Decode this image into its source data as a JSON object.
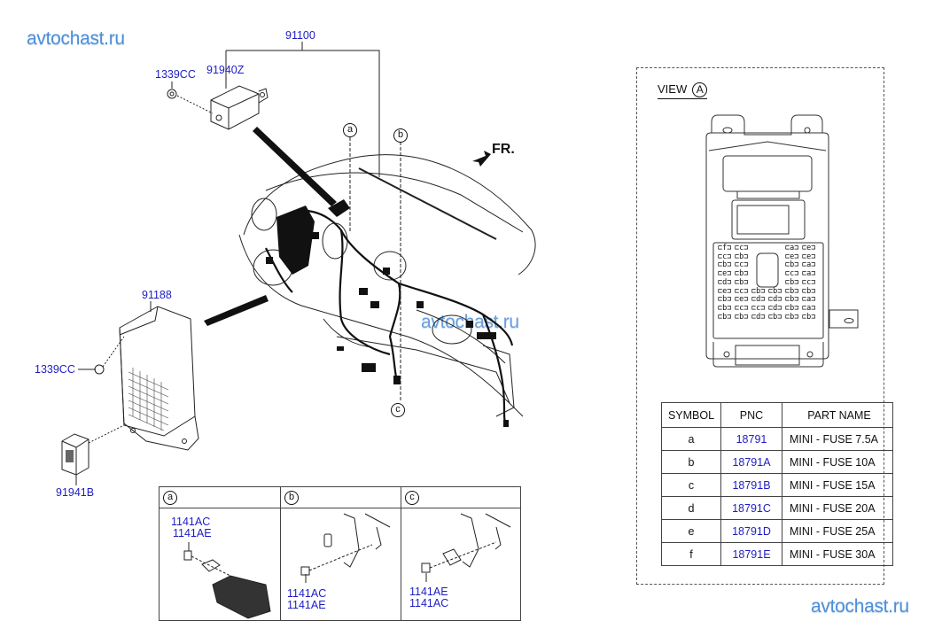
{
  "watermarks": [
    "avtochast.ru",
    "avtochast.ru",
    "avtochast.ru"
  ],
  "part_numbers": {
    "main_harness": "91100",
    "nut_top": "1339CC",
    "module_top": "91940Z",
    "junction_box": "91188",
    "nut_left": "1339CC",
    "relay": "91941B"
  },
  "callouts": {
    "a": "a",
    "b": "b",
    "c": "c"
  },
  "front_indicator": "FR.",
  "view": {
    "title": "VIEW",
    "marker": "A",
    "fuse_layout": {
      "left_col1": [
        "f",
        "c",
        "b",
        "e",
        "d",
        "e",
        "b",
        "b",
        "b"
      ],
      "left_col2": [
        "c",
        "b",
        "c",
        "b",
        "b",
        "c",
        "e",
        "c",
        "b"
      ],
      "mid_col1": [
        "b",
        "d",
        "c",
        "d"
      ],
      "mid_col2": [
        "b",
        "d",
        "d",
        "b"
      ],
      "right_col1": [
        "a",
        "e",
        "b",
        "c",
        "b",
        "b",
        "b",
        "b",
        "b"
      ],
      "right_col2": [
        "e",
        "e",
        "a",
        "a",
        "c",
        "b",
        "a",
        "a",
        "b"
      ]
    }
  },
  "fuse_table": {
    "headers": [
      "SYMBOL",
      "PNC",
      "PART NAME"
    ],
    "rows": [
      {
        "symbol": "a",
        "pnc": "18791",
        "name": "MINI - FUSE 7.5A"
      },
      {
        "symbol": "b",
        "pnc": "18791A",
        "name": "MINI - FUSE 10A"
      },
      {
        "symbol": "c",
        "pnc": "18791B",
        "name": "MINI - FUSE 15A"
      },
      {
        "symbol": "d",
        "pnc": "18791C",
        "name": "MINI - FUSE 20A"
      },
      {
        "symbol": "e",
        "pnc": "18791D",
        "name": "MINI - FUSE 25A"
      },
      {
        "symbol": "f",
        "pnc": "18791E",
        "name": "MINI - FUSE 30A"
      }
    ]
  },
  "details": [
    {
      "label": "a",
      "parts": [
        "1141AC",
        "1141AE"
      ]
    },
    {
      "label": "b",
      "parts": [
        "1141AC",
        "1141AE"
      ]
    },
    {
      "label": "c",
      "parts": [
        "1141AE",
        "1141AC"
      ]
    }
  ]
}
